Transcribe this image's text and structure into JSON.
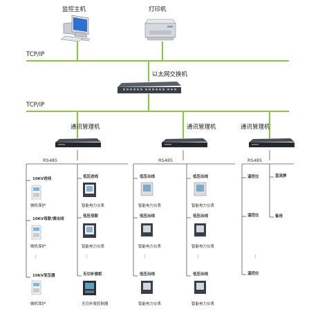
{
  "devices": {
    "monitor_host": "监控主机",
    "printer": "打印机",
    "ethernet_switch": "以太网交换机"
  },
  "networks": {
    "tcpip_top": "TCP/IP",
    "tcpip_bottom": "TCP/IP",
    "rs485": "RS485"
  },
  "comm_managers": [
    "通讯管理机",
    "通讯管理机",
    "通讯管理机"
  ],
  "group1": {
    "col_a": {
      "headers": [
        "10KV进线",
        "10KV母联/馈出线",
        "10KV变压器"
      ],
      "captions": [
        "微机保护",
        "微机保护",
        "微机保护"
      ]
    },
    "col_b": {
      "headers": [
        "低压进线",
        "低压母联",
        "无功补偿柜"
      ],
      "captions": [
        "智能电力仪表",
        "智能电力仪表",
        "无功补偿控制器"
      ]
    }
  },
  "group2": {
    "col_a": {
      "headers": [
        "低压出线",
        "低压出线",
        "低压出线"
      ],
      "captions": [
        "智能电力仪表",
        "智能电力仪表",
        "智能电力仪表"
      ]
    },
    "col_b": {
      "headers": [
        "低压出线",
        "低压出线",
        "低压出线"
      ],
      "captions": [
        "智能电力仪表",
        "智能电力仪表",
        "智能电力仪表"
      ]
    }
  },
  "group3": {
    "col_a": {
      "labels": [
        "温控仪",
        "温控仪",
        "温控仪"
      ]
    },
    "col_b": {
      "labels": [
        "直流屏",
        "备用"
      ]
    }
  },
  "ellipsis": "⋮",
  "colors": {
    "bus_line": "#8cc63f",
    "tree_line": "#555555",
    "device_dark": "#2a2e33"
  }
}
